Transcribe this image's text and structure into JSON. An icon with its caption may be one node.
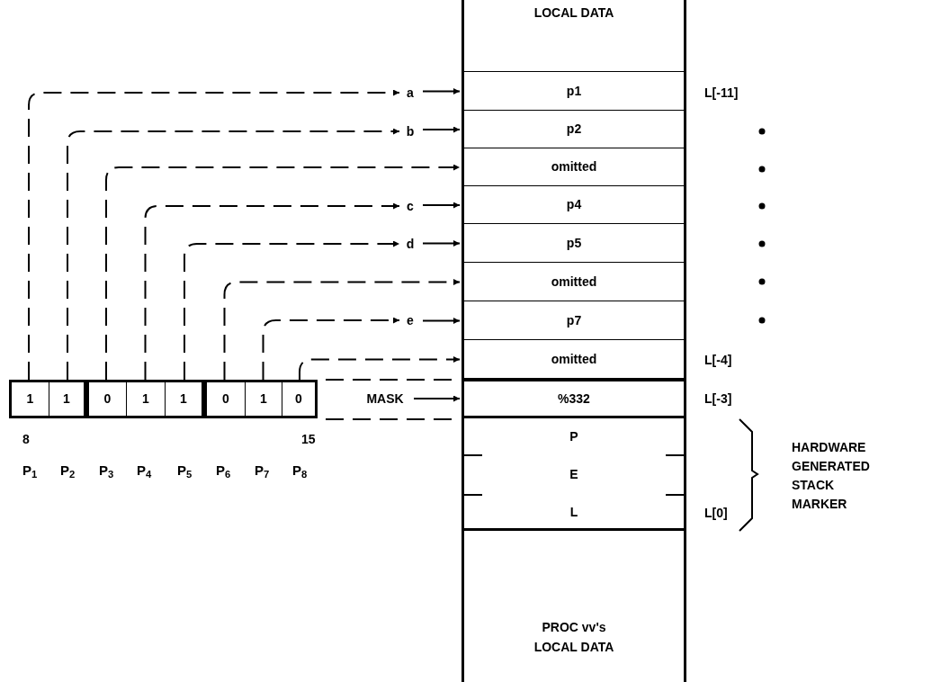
{
  "diagram": {
    "nodes": [
      {
        "text": [
          "1"
        ]
      },
      {
        "text": [
          "1"
        ]
      },
      {
        "text": [
          "0"
        ]
      },
      {
        "text": [
          "1"
        ]
      },
      {
        "text": [
          "1"
        ]
      },
      {
        "text": [
          "0"
        ]
      },
      {
        "text": [
          "1"
        ]
      },
      {
        "text": [
          "0"
        ]
      },
      {
        "text": [
          "a"
        ]
      },
      {
        "text": [
          "b"
        ]
      },
      {
        "text": [
          "c"
        ]
      },
      {
        "text": [
          "d"
        ]
      },
      {
        "text": [
          "e"
        ]
      },
      {
        "text": [
          "MASK"
        ]
      },
      {
        "text": [
          "LOCAL DATA"
        ]
      },
      {
        "text": [
          "p1"
        ]
      },
      {
        "text": [
          "p2"
        ]
      },
      {
        "text": [
          "omitted"
        ]
      },
      {
        "text": [
          "p4"
        ]
      },
      {
        "text": [
          "p5"
        ]
      },
      {
        "text": [
          "omitted"
        ]
      },
      {
        "text": [
          "p7"
        ]
      },
      {
        "text": [
          "omitted"
        ]
      },
      {
        "text": [
          "%332"
        ]
      },
      {
        "text": [
          "P",
          "E",
          "L"
        ]
      },
      {
        "text": [
          "PROC vv's LOCAL DATA"
        ]
      }
    ],
    "edges": [
      {
        "from": 0,
        "to": 8,
        "arrow": "to",
        "style": "dashed"
      },
      {
        "from": 8,
        "to": 15,
        "arrow": "to"
      },
      {
        "from": 1,
        "to": 9,
        "arrow": "to",
        "style": "dashed"
      },
      {
        "from": 9,
        "to": 16,
        "arrow": "to"
      },
      {
        "from": 2,
        "to": 17,
        "arrow": "to",
        "style": "dashed"
      },
      {
        "from": 3,
        "to": 10,
        "arrow": "to",
        "style": "dashed"
      },
      {
        "from": 10,
        "to": 18,
        "arrow": "to"
      },
      {
        "from": 4,
        "to": 11,
        "arrow": "to",
        "style": "dashed"
      },
      {
        "from": 11,
        "to": 19,
        "arrow": "to"
      },
      {
        "from": 5,
        "to": 20,
        "arrow": "to",
        "style": "dashed"
      },
      {
        "from": 6,
        "to": 12,
        "arrow": "to",
        "style": "dashed"
      },
      {
        "from": 12,
        "to": 21,
        "arrow": "to"
      },
      {
        "from": 7,
        "to": 22,
        "arrow": "to",
        "style": "dashed"
      },
      {
        "from": 13,
        "to": 23,
        "arrow": "to"
      }
    ],
    "labels": [
      "L[-11]",
      "L[-4]",
      "L[-3]",
      "L[0]",
      "HARDWARE GENERATED STACK MARKER",
      "8",
      "15",
      "P$_{1}$",
      "P$_{2}$",
      "P$_{3}$",
      "P$_{4}$",
      "P$_{5}$",
      "P$_{6}$",
      "P$_{7}$",
      "P$_{8}$"
    ]
  }
}
